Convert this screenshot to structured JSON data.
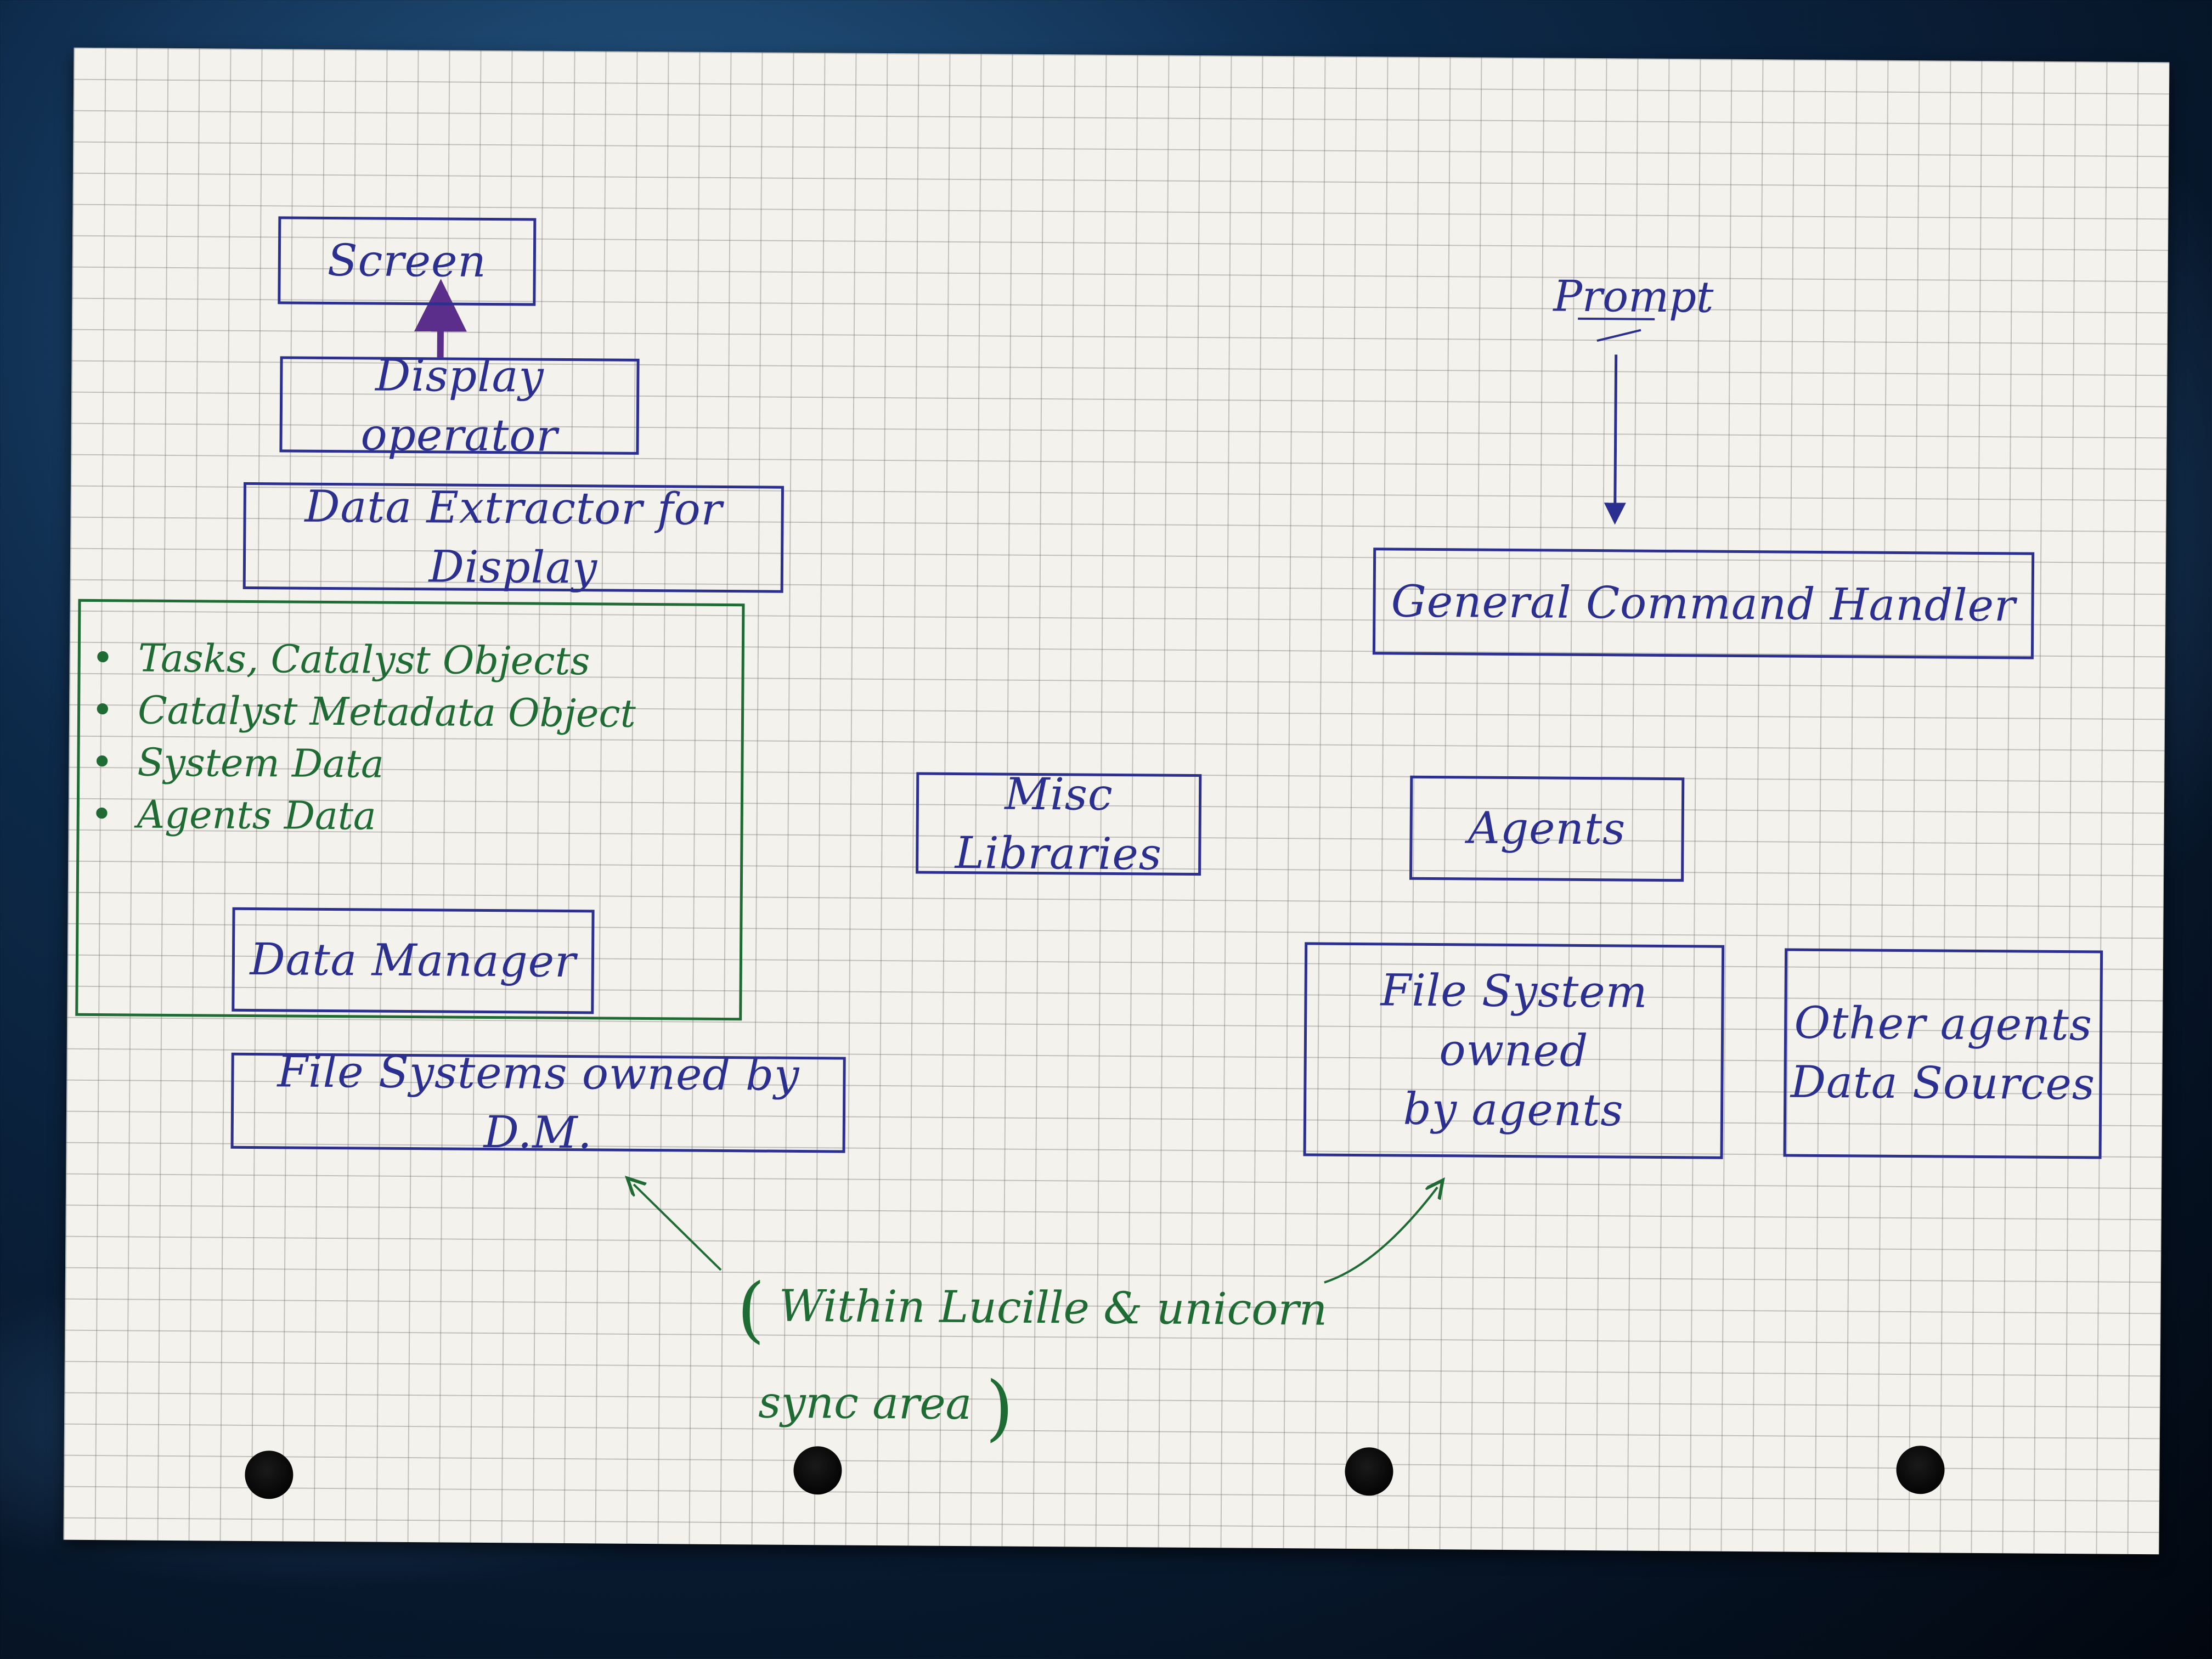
{
  "diagram": {
    "boxes": {
      "screen": "Screen",
      "display_operator": "Display operator",
      "data_extractor": "Data Extractor for Display",
      "data_manager": "Data Manager",
      "fs_dm": "File Systems owned by D.M.",
      "misc_libraries": "Misc Libraries",
      "agents": "Agents",
      "general_command_handler": "General Command Handler",
      "fs_agents_line1": "File System owned",
      "fs_agents_line2": "by agents",
      "other_agents_line1": "Other agents",
      "other_agents_line2": "Data Sources"
    },
    "prompt_label": "Prompt",
    "data_manager_items": [
      "Tasks, Catalyst Objects",
      "Catalyst Metadata Object",
      "System Data",
      "Agents Data"
    ],
    "note_line1": "Within Lucille & unicorn",
    "note_line2": "sync area",
    "colors": {
      "blue_ink": "#2b2f8f",
      "green_ink": "#1f6b34",
      "purple_arrow": "#5a2e8a",
      "paper": "#f4f2ec"
    }
  }
}
